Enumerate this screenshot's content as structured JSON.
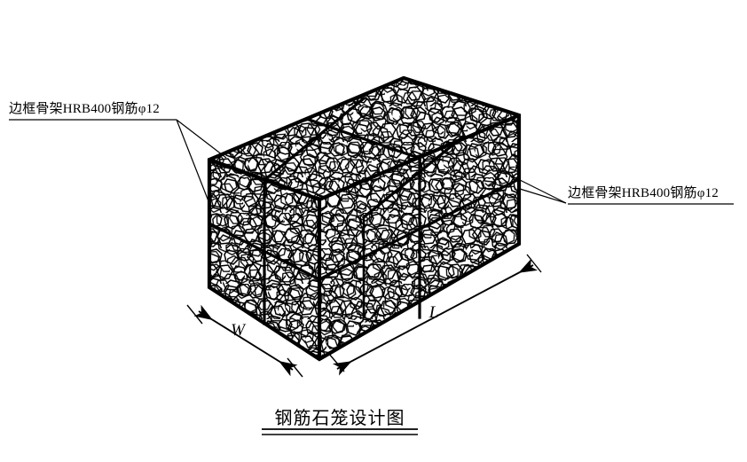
{
  "drawing": {
    "title": "钢筋石笼设计图",
    "labels": {
      "left": "边框骨架HRB400钢筋φ12",
      "right": "边框骨架HRB400钢筋φ12"
    },
    "dimensions": {
      "width_symbol": "W",
      "length_symbol": "L"
    },
    "colors": {
      "line": "#000000",
      "background": "#ffffff"
    }
  }
}
